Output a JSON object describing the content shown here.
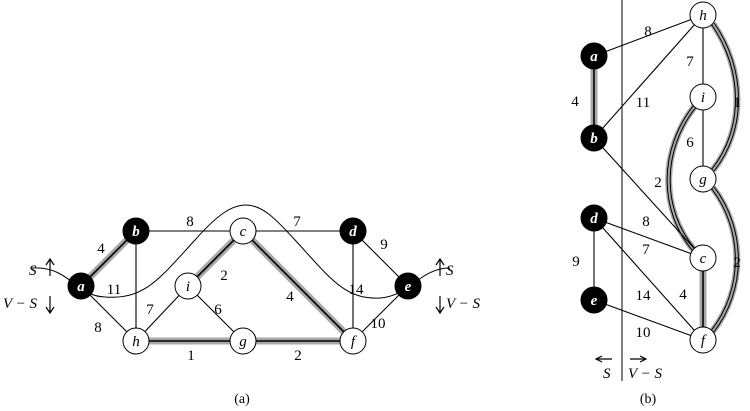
{
  "colors": {
    "in_tree_node": "#000000",
    "out_node": "#ffffff",
    "mst_highlight": "#a8a8a8",
    "edge": "#000000"
  },
  "panel_a": {
    "caption": "(a)",
    "cut_labels": {
      "left_top": "S",
      "left_bottom": "V − S",
      "right_top": "S",
      "right_bottom": "V − S"
    },
    "nodes": [
      {
        "id": "a",
        "label": "a",
        "in_s": true
      },
      {
        "id": "b",
        "label": "b",
        "in_s": true
      },
      {
        "id": "c",
        "label": "c",
        "in_s": false
      },
      {
        "id": "d",
        "label": "d",
        "in_s": true
      },
      {
        "id": "e",
        "label": "e",
        "in_s": true
      },
      {
        "id": "f",
        "label": "f",
        "in_s": false
      },
      {
        "id": "g",
        "label": "g",
        "in_s": false
      },
      {
        "id": "h",
        "label": "h",
        "in_s": false
      },
      {
        "id": "i",
        "label": "i",
        "in_s": false
      }
    ],
    "edges": [
      {
        "from": "a",
        "to": "b",
        "weight": "4",
        "mst": true
      },
      {
        "from": "a",
        "to": "h",
        "weight": "8",
        "mst": false
      },
      {
        "from": "b",
        "to": "h",
        "weight": "11",
        "mst": false
      },
      {
        "from": "b",
        "to": "c",
        "weight": "8",
        "mst": false
      },
      {
        "from": "c",
        "to": "d",
        "weight": "7",
        "mst": false
      },
      {
        "from": "c",
        "to": "i",
        "weight": "2",
        "mst": true
      },
      {
        "from": "c",
        "to": "f",
        "weight": "4",
        "mst": true
      },
      {
        "from": "d",
        "to": "e",
        "weight": "9",
        "mst": false
      },
      {
        "from": "d",
        "to": "f",
        "weight": "14",
        "mst": false
      },
      {
        "from": "e",
        "to": "f",
        "weight": "10",
        "mst": false
      },
      {
        "from": "h",
        "to": "i",
        "weight": "7",
        "mst": false
      },
      {
        "from": "h",
        "to": "g",
        "weight": "1",
        "mst": true
      },
      {
        "from": "i",
        "to": "g",
        "weight": "6",
        "mst": false
      },
      {
        "from": "g",
        "to": "f",
        "weight": "2",
        "mst": true
      }
    ]
  },
  "panel_b": {
    "caption": "(b)",
    "side_labels": {
      "left": "S",
      "right": "V − S"
    },
    "nodes": [
      {
        "id": "a",
        "label": "a",
        "in_s": true
      },
      {
        "id": "b",
        "label": "b",
        "in_s": true
      },
      {
        "id": "d",
        "label": "d",
        "in_s": true
      },
      {
        "id": "e",
        "label": "e",
        "in_s": true
      },
      {
        "id": "h",
        "label": "h",
        "in_s": false
      },
      {
        "id": "i",
        "label": "i",
        "in_s": false
      },
      {
        "id": "g",
        "label": "g",
        "in_s": false
      },
      {
        "id": "c",
        "label": "c",
        "in_s": false
      },
      {
        "id": "f",
        "label": "f",
        "in_s": false
      }
    ],
    "edges": [
      {
        "from": "a",
        "to": "b",
        "weight": "4",
        "mst": true
      },
      {
        "from": "a",
        "to": "h",
        "weight": "8",
        "mst": false
      },
      {
        "from": "b",
        "to": "h",
        "weight": "11",
        "mst": false
      },
      {
        "from": "h",
        "to": "i",
        "weight": "7",
        "mst": false
      },
      {
        "from": "h",
        "to": "g",
        "weight": "1",
        "mst": true
      },
      {
        "from": "i",
        "to": "g",
        "weight": "6",
        "mst": false
      },
      {
        "from": "i",
        "to": "c",
        "weight": "2",
        "mst": true
      },
      {
        "from": "b",
        "to": "c",
        "weight": "8",
        "mst": false
      },
      {
        "from": "d",
        "to": "c",
        "weight": "7",
        "mst": false
      },
      {
        "from": "d",
        "to": "e",
        "weight": "9",
        "mst": false
      },
      {
        "from": "d",
        "to": "f",
        "weight": "14",
        "mst": false
      },
      {
        "from": "e",
        "to": "f",
        "weight": "10",
        "mst": false
      },
      {
        "from": "c",
        "to": "f",
        "weight": "4",
        "mst": true
      },
      {
        "from": "g",
        "to": "f",
        "weight": "2",
        "mst": true
      }
    ]
  }
}
